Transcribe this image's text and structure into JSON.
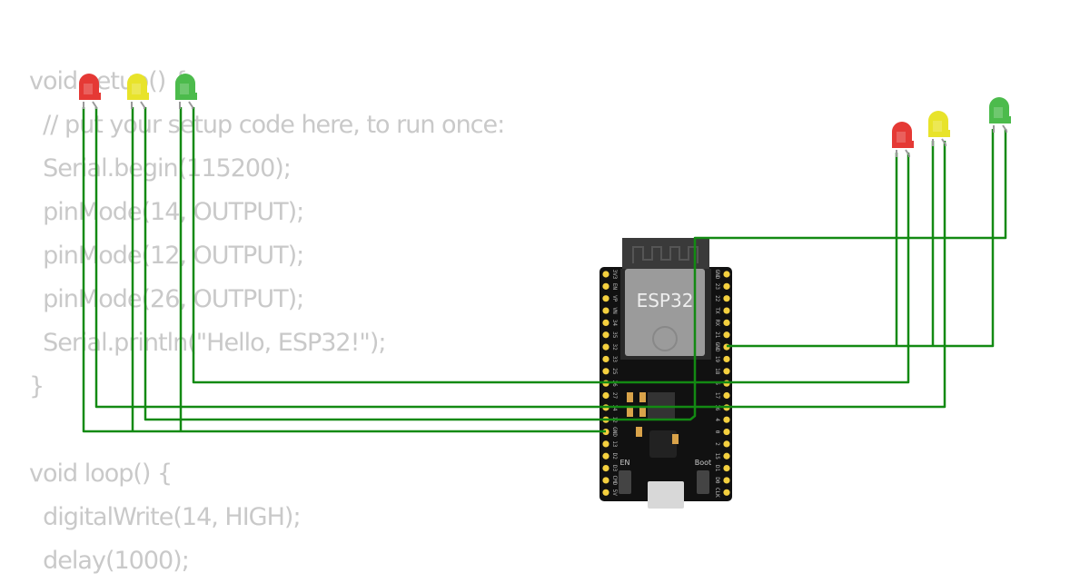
{
  "code_lines": [
    "void setup() {",
    "  // put your setup code here, to run once:",
    "  Serial.begin(115200);",
    "  pinMode(14, OUTPUT);",
    "  pinMode(12, OUTPUT);",
    "  pinMode(26, OUTPUT);",
    "  Serial.println(\"Hello, ESP32!\");",
    "}",
    "",
    "void loop() {",
    "  digitalWrite(14, HIGH);",
    "  delay(1000);"
  ],
  "board": {
    "label": "ESP32",
    "left_pins": [
      "3V3",
      "EN",
      "VP",
      "VN",
      "34",
      "35",
      "32",
      "33",
      "25",
      "26",
      "27",
      "14",
      "12",
      "GND",
      "13",
      "D2",
      "D3",
      "CMD",
      "5V"
    ],
    "right_pins": [
      "GND",
      "23",
      "22",
      "TX",
      "RX",
      "21",
      "GND",
      "19",
      "18",
      "5",
      "17",
      "16",
      "4",
      "0",
      "2",
      "15",
      "D1",
      "D0",
      "CLK"
    ],
    "en_label": "EN",
    "boot_label": "Boot"
  },
  "leds": [
    {
      "id": "led-left-red",
      "color": "#e53935"
    },
    {
      "id": "led-left-yellow",
      "color": "#e8e32a"
    },
    {
      "id": "led-left-green",
      "color": "#4cbb4c"
    },
    {
      "id": "led-right-red",
      "color": "#e53935"
    },
    {
      "id": "led-right-yellow",
      "color": "#e8e32a"
    },
    {
      "id": "led-right-green",
      "color": "#4cbb4c"
    }
  ],
  "wire_color": "#138a13"
}
